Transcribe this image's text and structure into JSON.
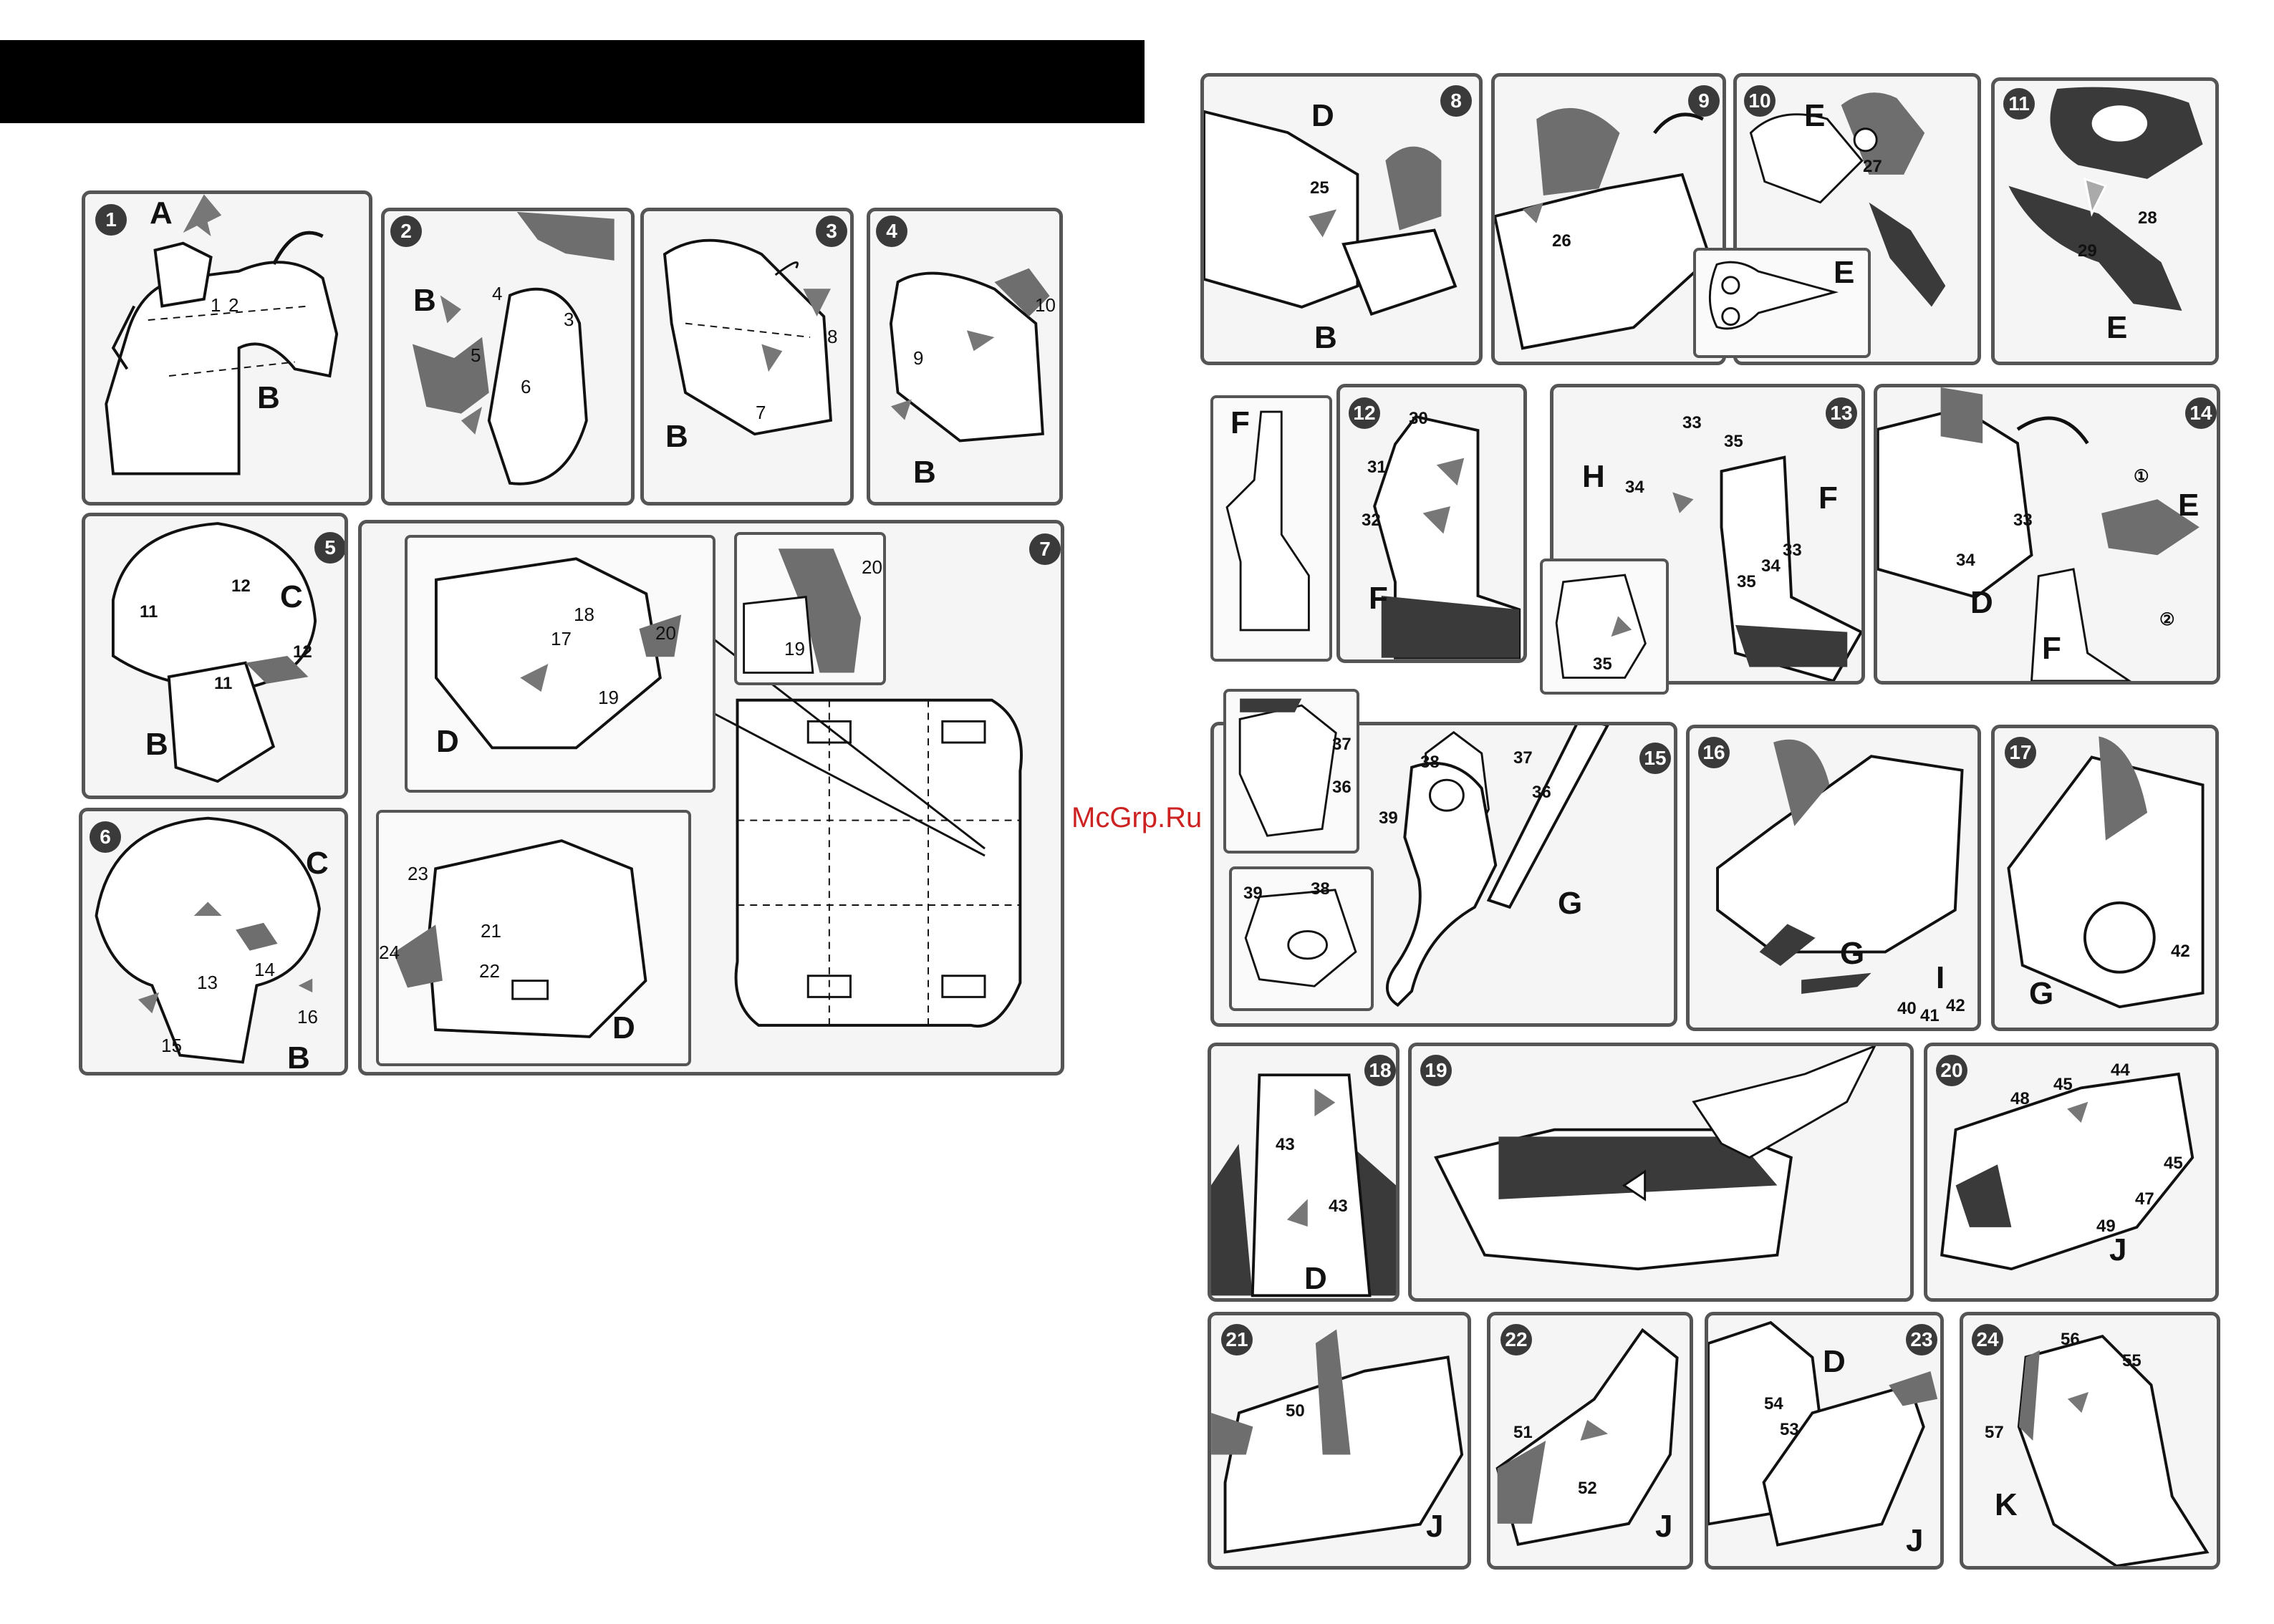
{
  "header": {
    "bar": ""
  },
  "watermark": "McGrp.Ru",
  "steps": [
    {
      "n": "1",
      "labels": [
        "A",
        "B"
      ],
      "nums": [
        "1",
        "2"
      ]
    },
    {
      "n": "2",
      "labels": [
        "B"
      ],
      "nums": [
        "3",
        "4",
        "5",
        "6"
      ]
    },
    {
      "n": "3",
      "labels": [
        "B"
      ],
      "nums": [
        "7",
        "8"
      ]
    },
    {
      "n": "4",
      "labels": [
        "B"
      ],
      "nums": [
        "9",
        "10"
      ]
    },
    {
      "n": "5",
      "labels": [
        "C",
        "B"
      ],
      "nums": [
        "11",
        "12",
        "12",
        "11"
      ]
    },
    {
      "n": "6",
      "labels": [
        "C",
        "B"
      ],
      "nums": [
        "13",
        "14",
        "15",
        "16"
      ]
    },
    {
      "n": "7",
      "labels": [
        "D",
        "D"
      ],
      "nums": [
        "17",
        "18",
        "19",
        "20",
        "19",
        "20",
        "21",
        "22",
        "23",
        "24"
      ]
    },
    {
      "n": "8",
      "labels": [
        "D",
        "B"
      ],
      "nums": [
        "25"
      ]
    },
    {
      "n": "9",
      "labels": [],
      "nums": [
        "26"
      ]
    },
    {
      "n": "10",
      "labels": [
        "E",
        "E"
      ],
      "nums": [
        "27"
      ]
    },
    {
      "n": "11",
      "labels": [
        "E"
      ],
      "nums": [
        "28",
        "29"
      ]
    },
    {
      "n": "12",
      "labels": [
        "F",
        "F"
      ],
      "nums": [
        "30",
        "31",
        "32"
      ]
    },
    {
      "n": "13",
      "labels": [
        "H",
        "F"
      ],
      "nums": [
        "33",
        "35",
        "34",
        "33",
        "34",
        "35",
        "35"
      ]
    },
    {
      "n": "14",
      "labels": [
        "E",
        "D",
        "F"
      ],
      "nums": [
        "33",
        "34",
        "①",
        "②"
      ]
    },
    {
      "n": "15",
      "labels": [
        "G"
      ],
      "nums": [
        "37",
        "36",
        "38",
        "37",
        "36",
        "39",
        "39",
        "38"
      ]
    },
    {
      "n": "16",
      "labels": [
        "G",
        "I"
      ],
      "nums": [
        "40",
        "41",
        "42"
      ]
    },
    {
      "n": "17",
      "labels": [
        "G"
      ],
      "nums": [
        "42"
      ]
    },
    {
      "n": "18",
      "labels": [
        "D"
      ],
      "nums": [
        "43",
        "43"
      ]
    },
    {
      "n": "19",
      "labels": [],
      "nums": []
    },
    {
      "n": "20",
      "labels": [
        "J"
      ],
      "nums": [
        "44",
        "45",
        "48",
        "45",
        "47",
        "49"
      ]
    },
    {
      "n": "21",
      "labels": [
        "J"
      ],
      "nums": [
        "50"
      ]
    },
    {
      "n": "22",
      "labels": [
        "J"
      ],
      "nums": [
        "51",
        "52"
      ]
    },
    {
      "n": "23",
      "labels": [
        "D",
        "J"
      ],
      "nums": [
        "54",
        "53"
      ]
    },
    {
      "n": "24",
      "labels": [
        "K"
      ],
      "nums": [
        "56",
        "55",
        "57"
      ]
    }
  ],
  "colors": {
    "panel_border": "#555555",
    "panel_fill": "#f5f5f5",
    "part_gray": "#6e6e6e",
    "arrow_gray": "#7a7a7a",
    "watermark": "#cc2222"
  }
}
